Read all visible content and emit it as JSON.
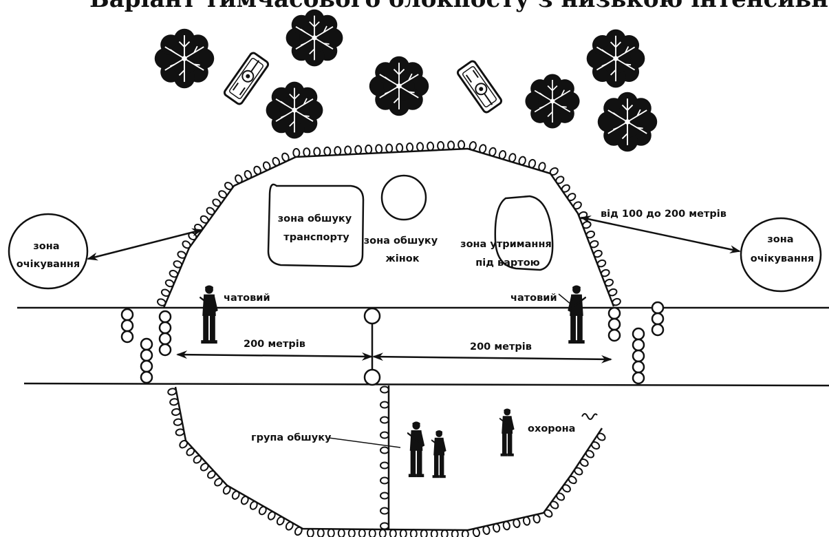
{
  "title": "Варіант тимчасового блокпосту з низькою інтенсивністю руху",
  "labels": {
    "wait_zone_left": [
      "зона",
      "очікування"
    ],
    "wait_zone_right": [
      "зона",
      "очікування"
    ],
    "vehicle_search": [
      "зона обшуку",
      "транспорту"
    ],
    "women_search": [
      "зона обшуку",
      "жінок"
    ],
    "detention": [
      "зона утримання",
      "під вартою"
    ],
    "distance_range": "від 100 до 200 метрів",
    "sentry_left": "чатовий",
    "sentry_right": "чатовий",
    "dist_left": "200 метрів",
    "dist_right": "200 метрів",
    "search_group": "група обшуку",
    "guard": "охорона"
  },
  "icons": [
    "tree-icon",
    "armored-vehicle-icon",
    "soldier-icon",
    "barbed-wire",
    "barrier-post"
  ],
  "colors": {
    "ink": "#111111",
    "background": "#ffffff"
  }
}
